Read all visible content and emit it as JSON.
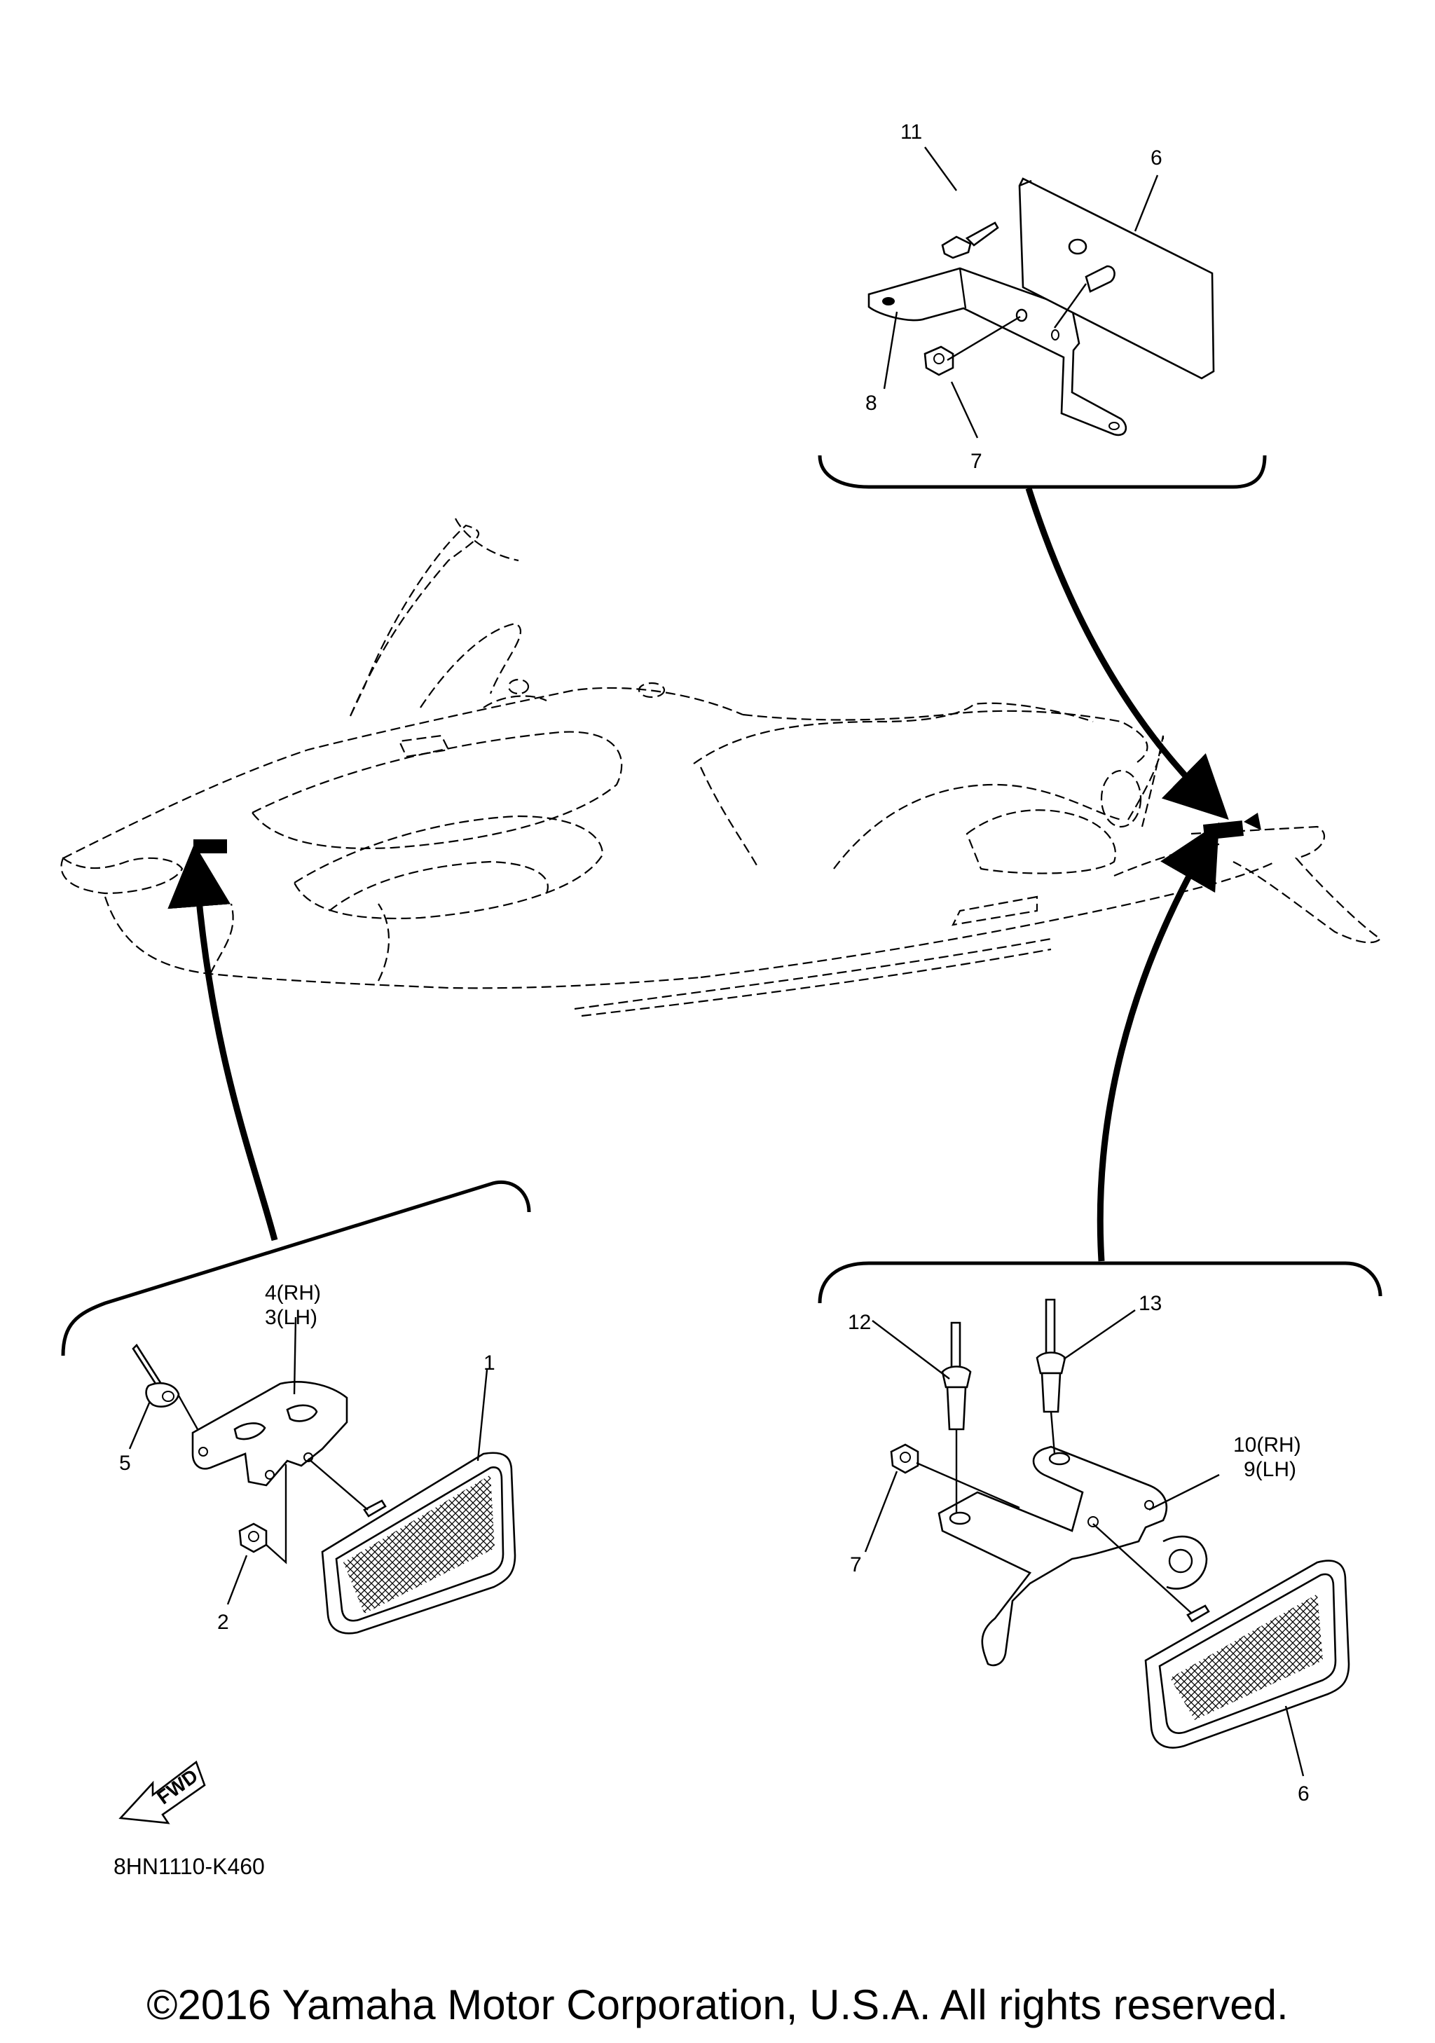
{
  "callouts": {
    "top_11": "11",
    "top_6": "6",
    "top_8": "8",
    "top_7": "7",
    "left_bracket_rh": "4(RH)",
    "left_bracket_lh": "3(LH)",
    "left_1": "1",
    "left_5": "5",
    "left_2": "2",
    "right_12": "12",
    "right_13": "13",
    "right_bracket_rh": "10(RH)",
    "right_bracket_lh": "9(LH)",
    "right_7": "7",
    "right_6": "6"
  },
  "fwd_label": "FWD",
  "diagram_code": "8HN1110-K460",
  "copyright": "©2016 Yamaha Motor Corporation, U.S.A. All rights reserved."
}
